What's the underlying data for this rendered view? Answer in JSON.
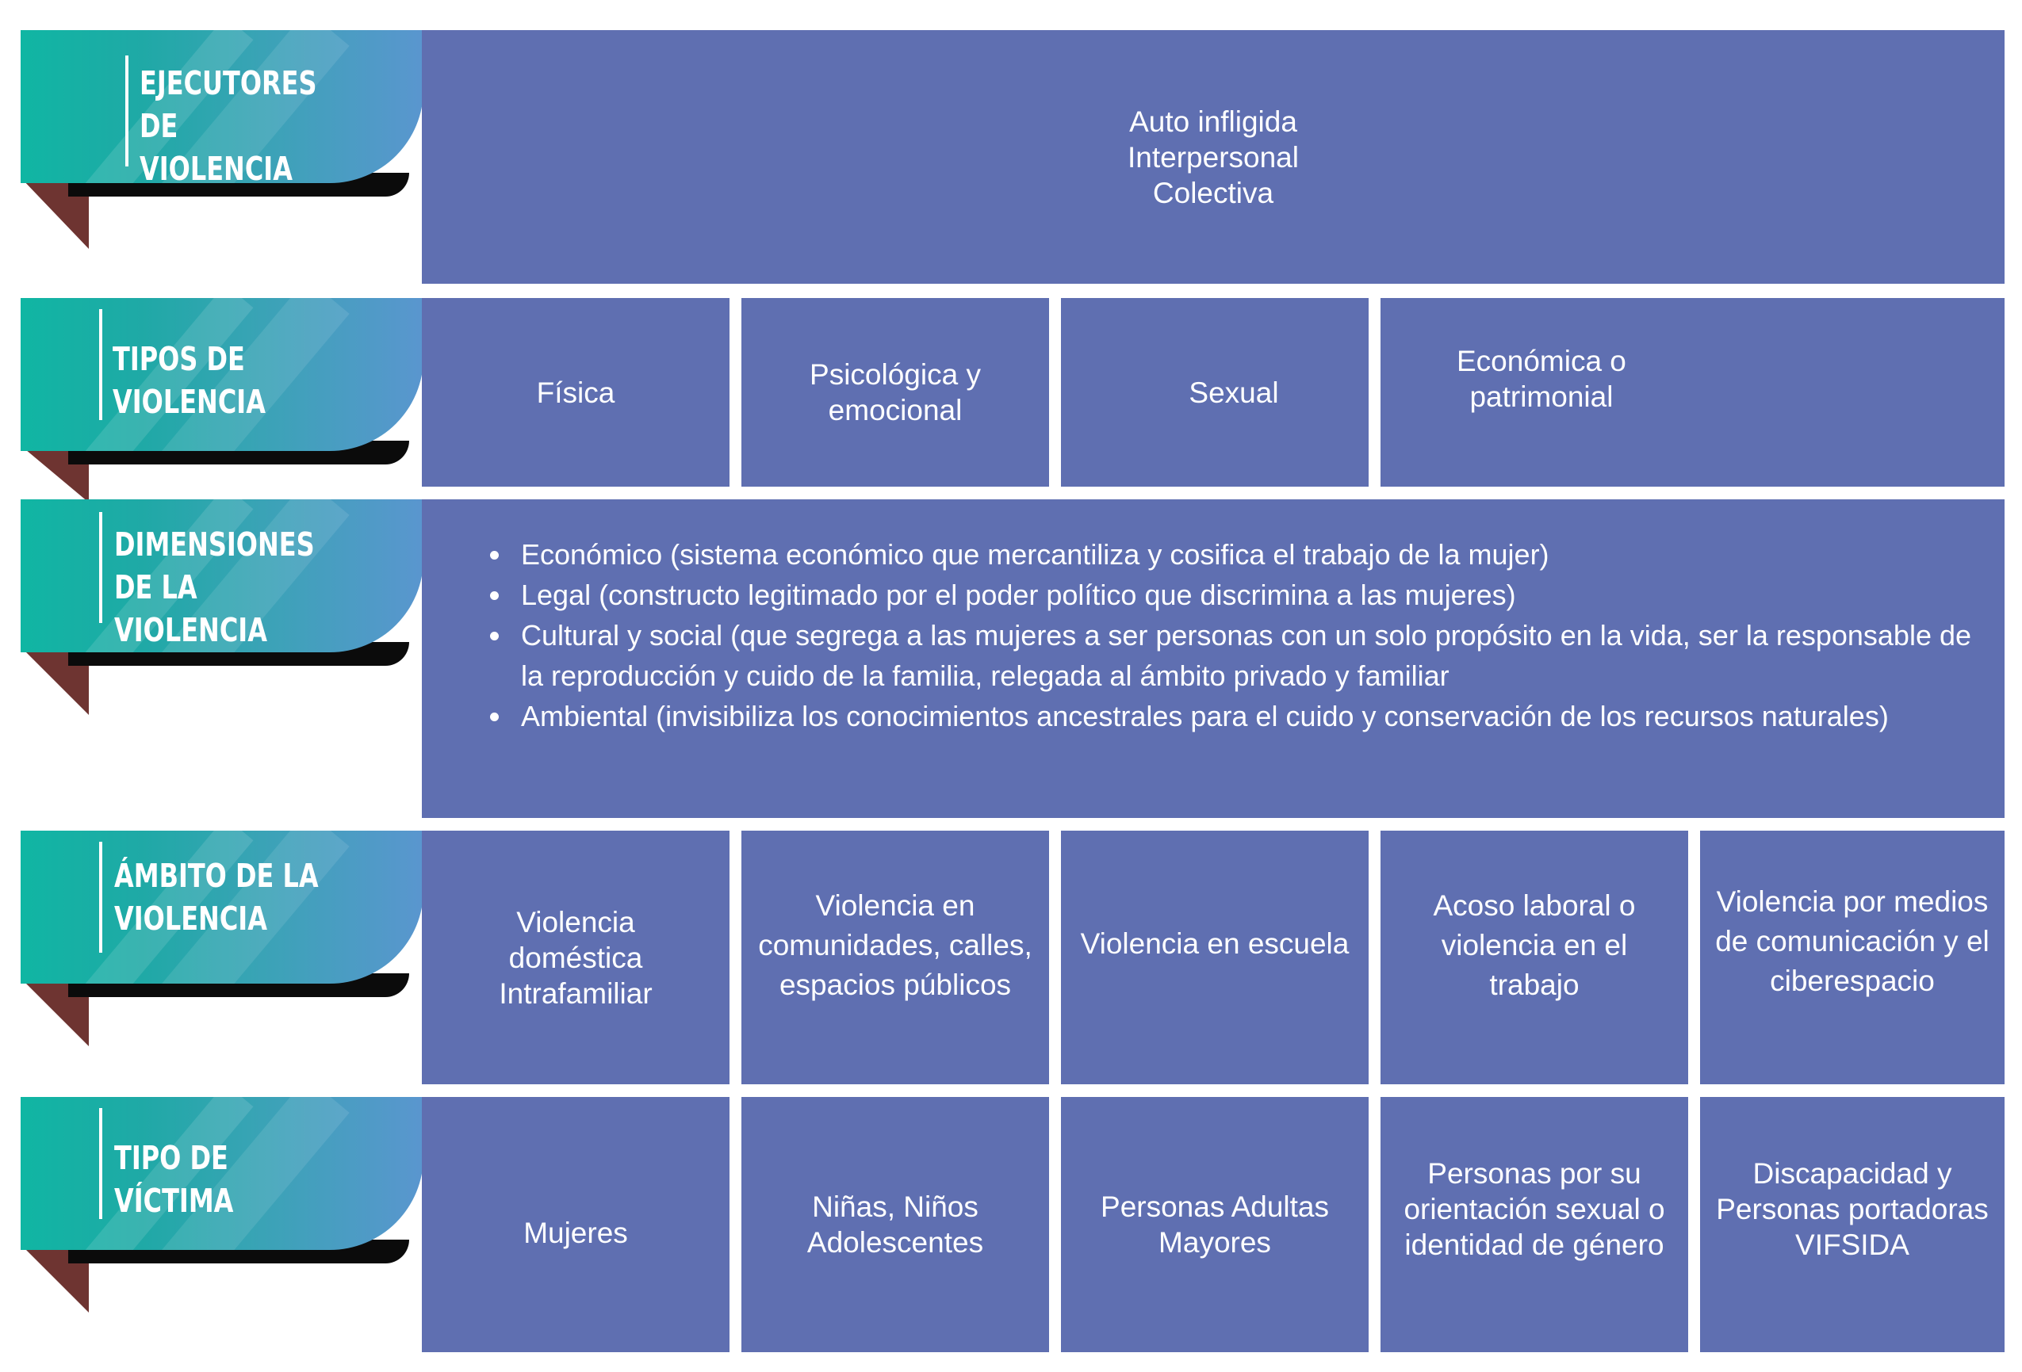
{
  "rows": [
    {
      "label": "Ejecutores de\nViolencia",
      "items": [
        "Auto infligida\nInterpersonal\nColectiva"
      ]
    },
    {
      "label": "Tipos de Violencia",
      "items": [
        "Física",
        "Psicológica y\nemocional",
        "Sexual",
        "Económica o\npatrimonial"
      ]
    },
    {
      "label": "Dimensiones\nde la Violencia",
      "bullets": [
        "Económico (sistema económico que mercantiliza y cosifica el trabajo de la mujer)",
        "Legal (constructo legitimado por el poder político que discrimina a las mujeres)",
        "Cultural y social (que segrega a las mujeres a ser personas con un solo propósito en la vida, ser la responsable de la reproducción y cuido de la familia, relegada al ámbito privado y familiar",
        "Ambiental (invisibiliza los conocimientos ancestrales para el cuido y conservación de los recursos naturales)"
      ]
    },
    {
      "label": "Ámbito de la\nViolencia",
      "items": [
        "Violencia\ndoméstica\nIntrafamiliar",
        "Violencia en\ncomunidades, calles,\nespacios públicos",
        "Violencia en escuela",
        "Acoso laboral o\nviolencia en el\ntrabajo",
        "Violencia por medios\nde comunicación y el\nciberespacio"
      ]
    },
    {
      "label": "Tipo de Víctima",
      "items": [
        "Mujeres",
        "Niñas, Niños\nAdolescentes",
        "Personas Adultas\nMayores",
        "Personas por su\norientación sexual o\nidentidad de género",
        "Discapacidad y\nPersonas portadoras\nVIFSIDA"
      ]
    }
  ],
  "colors": {
    "cell": "#5f6fb1",
    "ribbon_start": "#10b6a3",
    "ribbon_end": "#5a96cf",
    "fold": "#6e3431"
  }
}
